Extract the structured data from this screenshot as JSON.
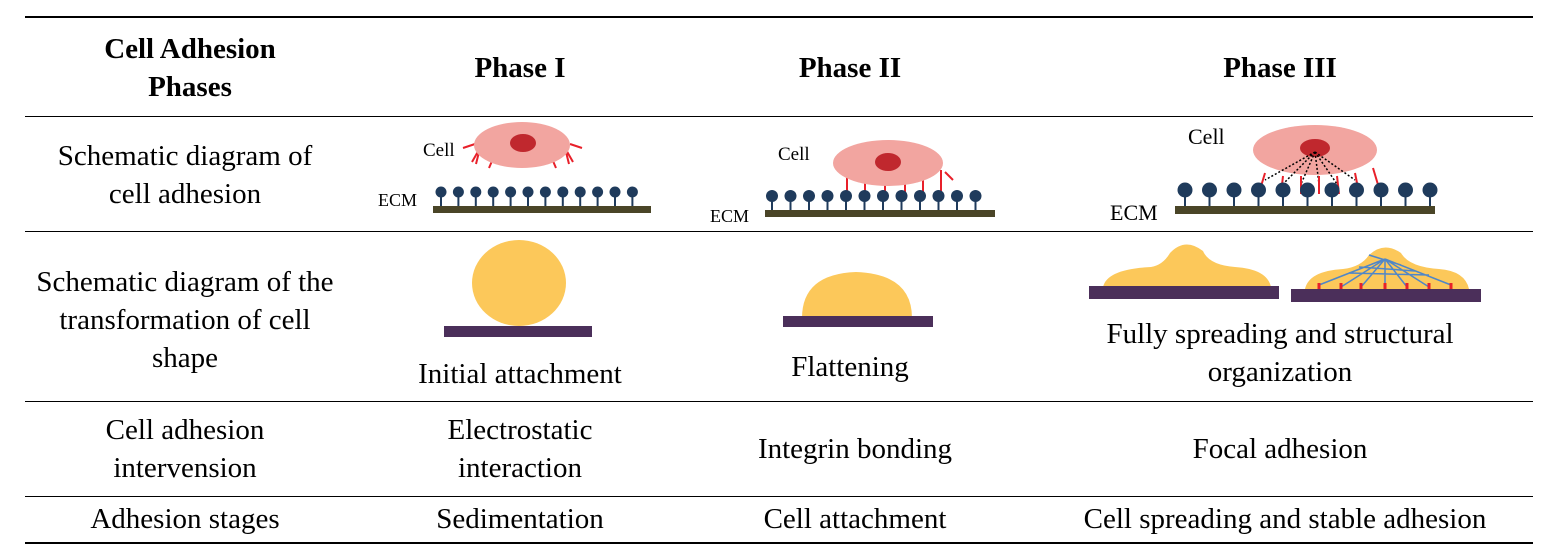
{
  "table": {
    "header": {
      "row_label": "Cell Adhesion Phases",
      "phases": [
        "Phase I",
        "Phase II",
        "Phase III"
      ]
    },
    "rows": [
      {
        "label": "Schematic diagram of cell adhesion",
        "diagram_labels": {
          "cell": "Cell",
          "ecm": "ECM"
        }
      },
      {
        "label": "Schematic diagram of the transformation of cell shape",
        "captions": [
          "Initial attachment",
          "Flattening",
          "Fully spreading and structural organization"
        ]
      },
      {
        "label": "Cell adhesion intervension",
        "values": [
          "Electrostatic interaction",
          "Integrin bonding",
          "Focal adhesion"
        ]
      },
      {
        "label": "Adhesion stages",
        "values": [
          "Sedimentation",
          "Cell attachment",
          "Cell spreading and stable adhesion"
        ]
      }
    ]
  },
  "colors": {
    "cell_body": "#f2a5a0",
    "nucleus": "#c0282e",
    "integrin": "#e8202a",
    "ecm_ball": "#1f3b5c",
    "ecm_base": "#4a4527",
    "cell_shape": "#fcc85a",
    "substrate": "#4b2f5a",
    "cytoskeleton": "#4f86c8"
  }
}
